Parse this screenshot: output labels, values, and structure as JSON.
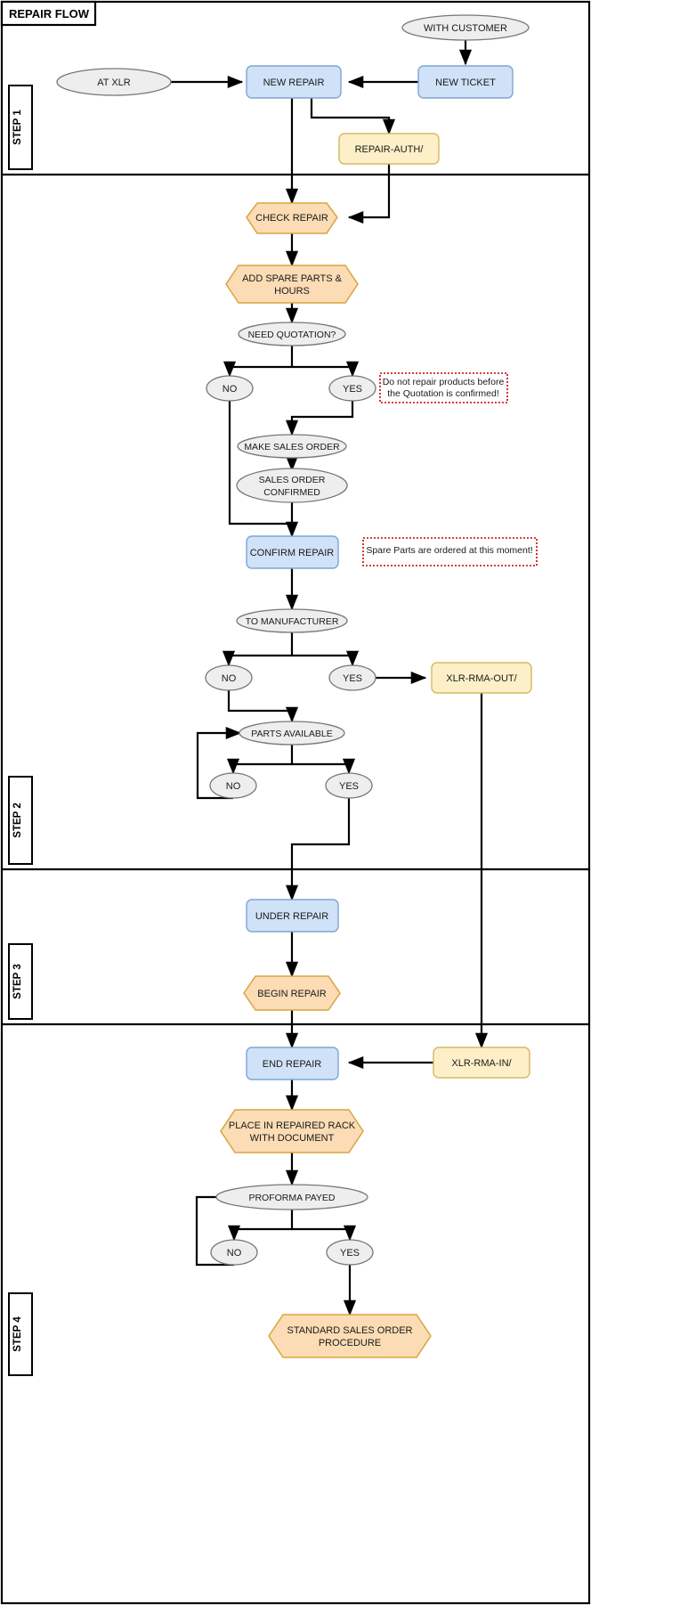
{
  "diagram": {
    "title": "REPAIR FLOW",
    "steps": [
      {
        "id": "step1",
        "label": "STEP 1"
      },
      {
        "id": "step2",
        "label": "STEP 2"
      },
      {
        "id": "step3",
        "label": "STEP 3"
      },
      {
        "id": "step4",
        "label": "STEP 4"
      }
    ],
    "colors": {
      "process_fill": "#cfe2f7",
      "process_stroke": "#7ea6d4",
      "document_fill": "#fdf0c8",
      "document_stroke": "#d8b765",
      "hexagon_fill": "#fbdcb4",
      "hexagon_stroke": "#d9a441",
      "terminator_fill": "#eeeeee",
      "terminator_stroke": "#777777",
      "note_stroke": "#cc0000",
      "line": "#000000"
    },
    "nodes": {
      "at_xlr": {
        "label": "AT XLR",
        "shape": "ellipse"
      },
      "with_customer": {
        "label": "WITH CUSTOMER",
        "shape": "ellipse"
      },
      "new_repair": {
        "label": "NEW REPAIR",
        "shape": "process"
      },
      "new_ticket": {
        "label": "NEW TICKET",
        "shape": "process"
      },
      "repair_auth": {
        "label": "REPAIR-AUTH/",
        "shape": "document"
      },
      "check_repair": {
        "label": "CHECK REPAIR",
        "shape": "hexagon"
      },
      "add_spare_parts": {
        "label_line1": "ADD SPARE PARTS &",
        "label_line2": "HOURS",
        "shape": "hexagon"
      },
      "need_quotation": {
        "label": "NEED QUOTATION?",
        "shape": "ellipse"
      },
      "quote_no": {
        "label": "NO",
        "shape": "ellipse"
      },
      "quote_yes": {
        "label": "YES",
        "shape": "ellipse"
      },
      "make_sales_order": {
        "label": "MAKE SALES ORDER",
        "shape": "ellipse"
      },
      "sales_order_confirmed": {
        "label_line1": "SALES ORDER",
        "label_line2": "CONFIRMED",
        "shape": "ellipse"
      },
      "confirm_repair": {
        "label": "CONFIRM REPAIR",
        "shape": "process"
      },
      "to_manufacturer": {
        "label": "TO MANUFACTURER",
        "shape": "ellipse"
      },
      "manu_no": {
        "label": "NO",
        "shape": "ellipse"
      },
      "manu_yes": {
        "label": "YES",
        "shape": "ellipse"
      },
      "xlr_rma_out": {
        "label": "XLR-RMA-OUT/",
        "shape": "document"
      },
      "parts_available": {
        "label": "PARTS AVAILABLE",
        "shape": "ellipse"
      },
      "parts_no": {
        "label": "NO",
        "shape": "ellipse"
      },
      "parts_yes": {
        "label": "YES",
        "shape": "ellipse"
      },
      "under_repair": {
        "label": "UNDER REPAIR",
        "shape": "process"
      },
      "begin_repair": {
        "label": "BEGIN REPAIR",
        "shape": "hexagon"
      },
      "end_repair": {
        "label": "END REPAIR",
        "shape": "process"
      },
      "xlr_rma_in": {
        "label": "XLR-RMA-IN/",
        "shape": "document"
      },
      "place_in_rack": {
        "label_line1": "PLACE IN REPAIRED RACK",
        "label_line2": "WITH DOCUMENT",
        "shape": "hexagon"
      },
      "proforma_payed": {
        "label": "PROFORMA PAYED",
        "shape": "ellipse"
      },
      "proforma_no": {
        "label": "NO",
        "shape": "ellipse"
      },
      "proforma_yes": {
        "label": "YES",
        "shape": "ellipse"
      },
      "standard_sales_order": {
        "label_line1": "STANDARD SALES ORDER",
        "label_line2": "PROCEDURE",
        "shape": "hexagon"
      }
    },
    "notes": [
      {
        "id": "note_quotation",
        "line1": "Do not repair products before",
        "line2": "the Quotation is confirmed!"
      },
      {
        "id": "note_spare_parts",
        "line1": "Spare Parts are ordered at this moment!",
        "line2": ""
      }
    ]
  }
}
